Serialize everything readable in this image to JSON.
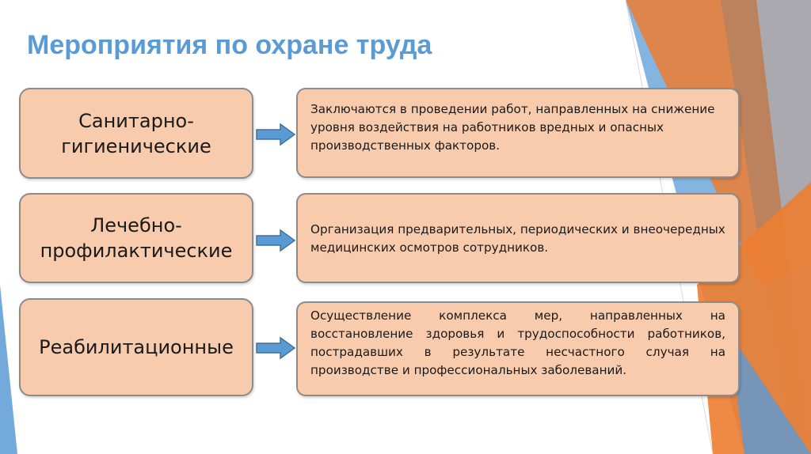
{
  "title": "Мероприятия по охране труда",
  "rows": [
    {
      "category": "Санитарно-\nгигиенические",
      "description": "Заключаются в проведении работ, направленных на снижение уровня воздействия на работников вредных и опасных производственных факторов."
    },
    {
      "category": "Лечебно-\nпрофилактические",
      "description": "Организация предварительных, периодических и внеочередных медицинских осмотров сотрудников."
    },
    {
      "category": "Реабилитационные",
      "description": "Осуществление комплекса мер, направленных на восстановление здоровья и трудоспособности работников, пострадавших в результате несчастного случая на производстве и профессиональных заболеваний."
    }
  ],
  "colors": {
    "title": "#5b9bd5",
    "box_fill": "#f8cbad",
    "box_border": "#8c8c8c",
    "arrow_fill": "#5b9bd5",
    "arrow_stroke": "#41719c",
    "accent_orange": "#ed7d31",
    "accent_blue": "#5b9bd5"
  }
}
